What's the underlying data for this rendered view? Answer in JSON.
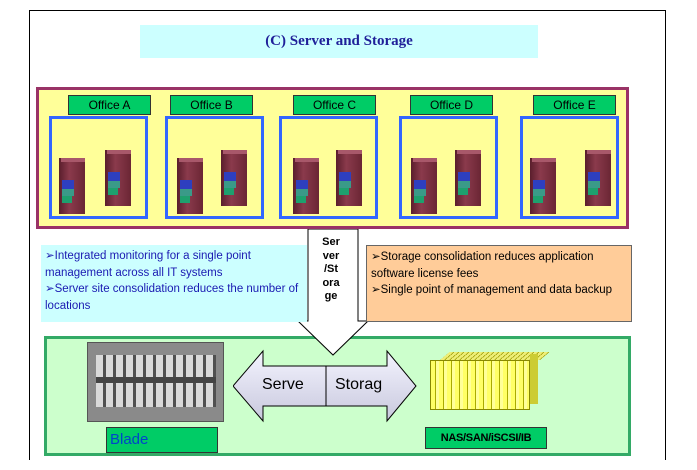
{
  "title": "(C) Server and Storage",
  "offices": [
    "Office A",
    "Office B",
    "Office C",
    "Office D",
    "Office E"
  ],
  "left_info": {
    "line1": "➢Integrated monitoring for a single point management across all IT systems",
    "line2": "➢Server site consolidation reduces the number of locations"
  },
  "right_info": {
    "line1": "➢Storage consolidation reduces application software license fees",
    "line2": "➢Single point of management and data backup"
  },
  "arrow_text": [
    "Ser",
    "ver",
    "/St",
    "ora",
    "ge"
  ],
  "bottom": {
    "serve_label": "Serve",
    "storag_label": "Storag",
    "blade_label": "Blade",
    "nas_label": "NAS/SAN/iSCSI/IB"
  },
  "colors": {
    "yellow_panel": "#ffff99",
    "office_border": "#3366ff",
    "label_green": "#00cc66",
    "bottom_panel": "#ccffcc",
    "left_info_bg": "#ccffff",
    "right_info_bg": "#ffcc99"
  }
}
